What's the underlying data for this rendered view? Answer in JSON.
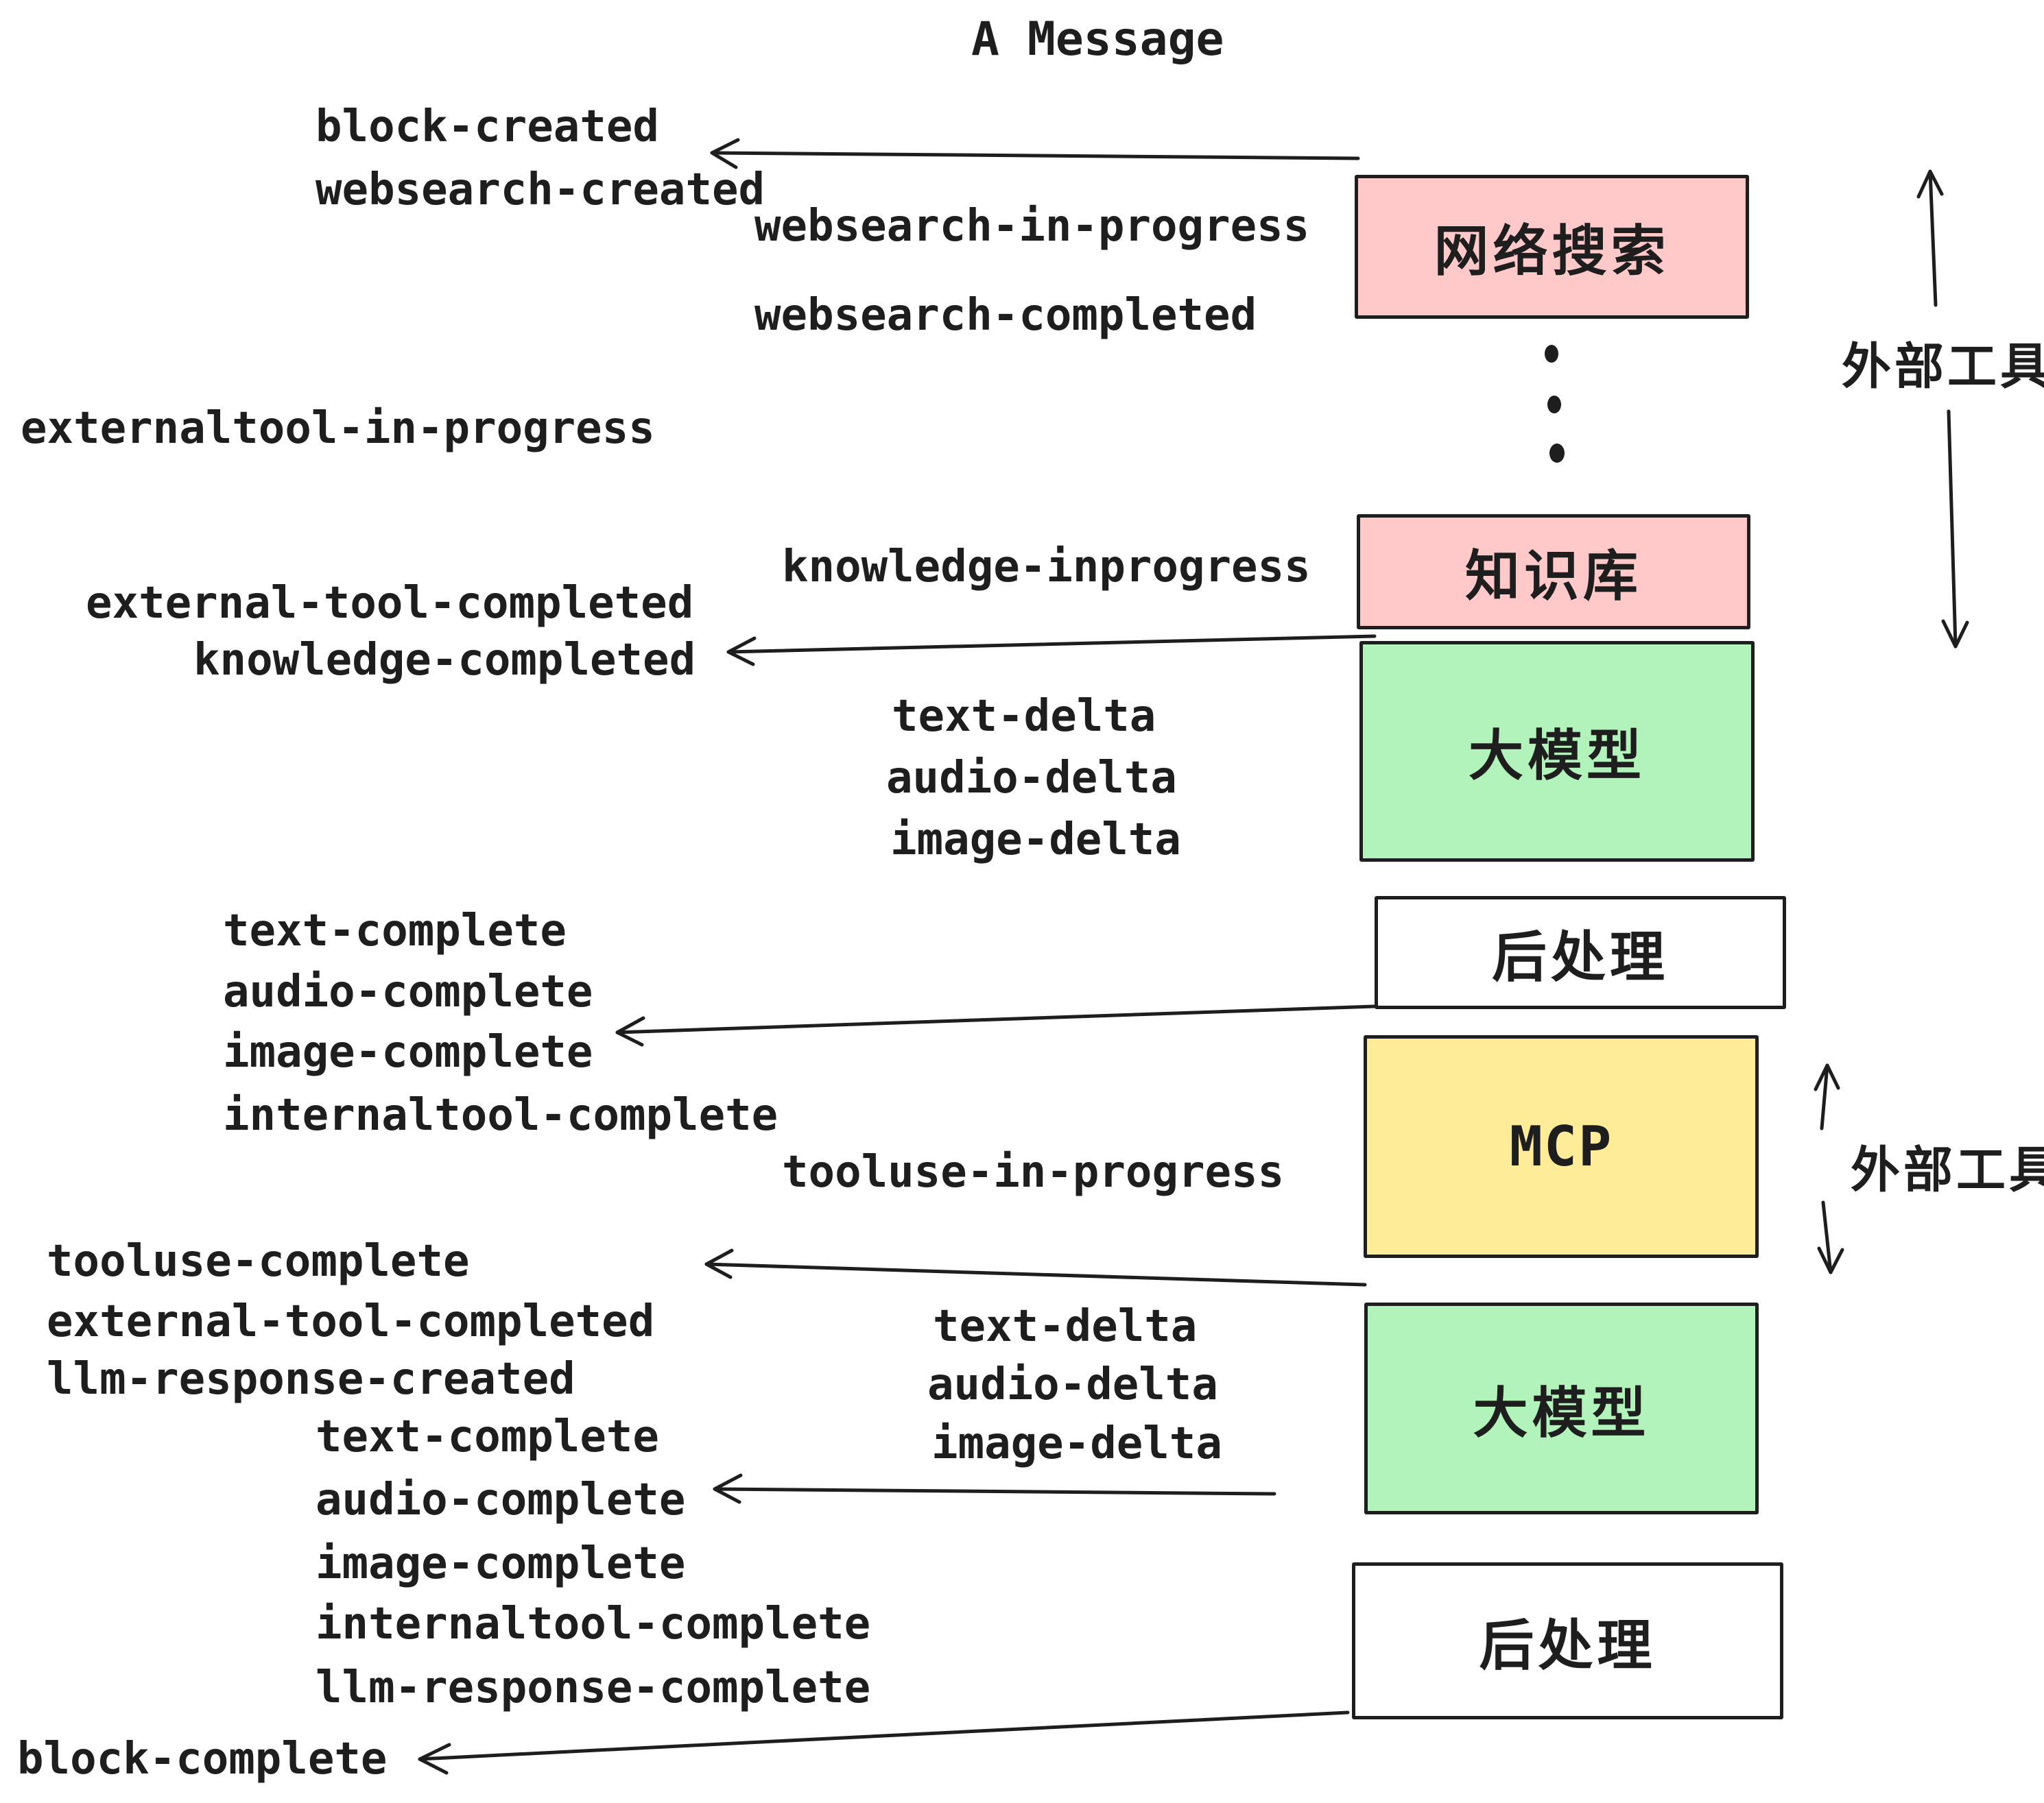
{
  "title": "A Message",
  "colors": {
    "pink": "#ffc9c9",
    "green": "#b2f2bb",
    "yellow": "#ffec99",
    "white": "#ffffff",
    "stroke": "#1e1e1e"
  },
  "boxes": [
    {
      "id": "websearch",
      "label": "网络搜索"
    },
    {
      "id": "knowledge",
      "label": "知识库"
    },
    {
      "id": "llm-1",
      "label": "大模型"
    },
    {
      "id": "post-1",
      "label": "后处理"
    },
    {
      "id": "mcp",
      "label": "MCP"
    },
    {
      "id": "llm-2",
      "label": "大模型"
    },
    {
      "id": "post-2",
      "label": "后处理"
    }
  ],
  "side_labels": {
    "external_tool_top": "外部工具",
    "external_tool_bottom": "外部工具"
  },
  "events": [
    {
      "label": "block-created"
    },
    {
      "label": "websearch-created"
    },
    {
      "label": "websearch-in-progress"
    },
    {
      "label": "websearch-completed"
    },
    {
      "label": "externaltool-in-progress"
    },
    {
      "label": "knowledge-inprogress"
    },
    {
      "label": "external-tool-completed"
    },
    {
      "label": "knowledge-completed"
    },
    {
      "label": "text-delta"
    },
    {
      "label": "audio-delta"
    },
    {
      "label": "image-delta"
    },
    {
      "label": "text-complete"
    },
    {
      "label": "audio-complete"
    },
    {
      "label": "image-complete"
    },
    {
      "label": "internaltool-complete"
    },
    {
      "label": "tooluse-in-progress"
    },
    {
      "label": "tooluse-complete"
    },
    {
      "label": "external-tool-completed"
    },
    {
      "label": "llm-response-created"
    },
    {
      "label": "text-complete"
    },
    {
      "label": "audio-complete"
    },
    {
      "label": "image-complete"
    },
    {
      "label": "internaltool-complete"
    },
    {
      "label": "llm-response-complete"
    },
    {
      "label": "text-delta"
    },
    {
      "label": "audio-delta"
    },
    {
      "label": "image-delta"
    },
    {
      "label": "block-complete"
    }
  ]
}
